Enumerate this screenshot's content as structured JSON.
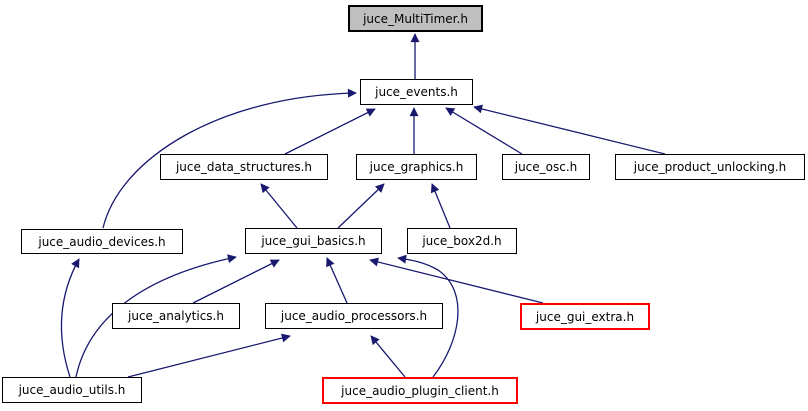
{
  "diagram": {
    "type": "include-dependency-graph",
    "focus_file": "juce_MultiTimer.h",
    "colors": {
      "edge": "#191970",
      "node_border": "#000000",
      "node_fill": "#ffffff",
      "focus_fill": "#bfbfbf",
      "external_border": "#ff0000",
      "text": "#000000"
    },
    "nodes": [
      {
        "id": "juce_MultiTimer_h",
        "label": "juce_MultiTimer.h",
        "variant": "focus"
      },
      {
        "id": "juce_events_h",
        "label": "juce_events.h",
        "variant": "normal"
      },
      {
        "id": "juce_data_structures_h",
        "label": "juce_data_structures.h",
        "variant": "normal"
      },
      {
        "id": "juce_graphics_h",
        "label": "juce_graphics.h",
        "variant": "normal"
      },
      {
        "id": "juce_osc_h",
        "label": "juce_osc.h",
        "variant": "normal"
      },
      {
        "id": "juce_product_unlocking_h",
        "label": "juce_product_unlocking.h",
        "variant": "normal"
      },
      {
        "id": "juce_audio_devices_h",
        "label": "juce_audio_devices.h",
        "variant": "normal"
      },
      {
        "id": "juce_gui_basics_h",
        "label": "juce_gui_basics.h",
        "variant": "normal"
      },
      {
        "id": "juce_box2d_h",
        "label": "juce_box2d.h",
        "variant": "normal"
      },
      {
        "id": "juce_analytics_h",
        "label": "juce_analytics.h",
        "variant": "normal"
      },
      {
        "id": "juce_audio_processors_h",
        "label": "juce_audio_processors.h",
        "variant": "normal"
      },
      {
        "id": "juce_gui_extra_h",
        "label": "juce_gui_extra.h",
        "variant": "external"
      },
      {
        "id": "juce_audio_utils_h",
        "label": "juce_audio_utils.h",
        "variant": "normal"
      },
      {
        "id": "juce_audio_plugin_client_h",
        "label": "juce_audio_plugin_client.h",
        "variant": "external"
      }
    ],
    "edges": [
      {
        "from": "juce_events.h",
        "to": "juce_MultiTimer.h"
      },
      {
        "from": "juce_data_structures.h",
        "to": "juce_events.h"
      },
      {
        "from": "juce_graphics.h",
        "to": "juce_events.h"
      },
      {
        "from": "juce_osc.h",
        "to": "juce_events.h"
      },
      {
        "from": "juce_product_unlocking.h",
        "to": "juce_events.h"
      },
      {
        "from": "juce_audio_devices.h",
        "to": "juce_events.h"
      },
      {
        "from": "juce_gui_basics.h",
        "to": "juce_data_structures.h"
      },
      {
        "from": "juce_gui_basics.h",
        "to": "juce_graphics.h"
      },
      {
        "from": "juce_box2d.h",
        "to": "juce_graphics.h"
      },
      {
        "from": "juce_analytics.h",
        "to": "juce_gui_basics.h"
      },
      {
        "from": "juce_audio_processors.h",
        "to": "juce_gui_basics.h"
      },
      {
        "from": "juce_gui_extra.h",
        "to": "juce_gui_basics.h"
      },
      {
        "from": "juce_audio_utils.h",
        "to": "juce_gui_basics.h"
      },
      {
        "from": "juce_audio_plugin_client.h",
        "to": "juce_gui_basics.h"
      },
      {
        "from": "juce_audio_utils.h",
        "to": "juce_audio_devices.h"
      },
      {
        "from": "juce_audio_utils.h",
        "to": "juce_audio_processors.h"
      },
      {
        "from": "juce_audio_plugin_client.h",
        "to": "juce_audio_processors.h"
      }
    ]
  }
}
